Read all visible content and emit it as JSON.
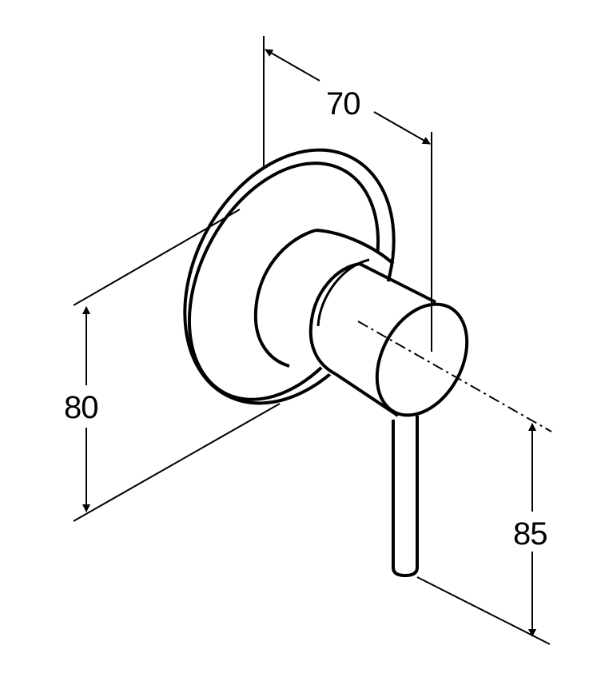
{
  "dimensions": {
    "depth": "70",
    "height": "80",
    "lever_drop": "85"
  },
  "colors": {
    "line": "#000000",
    "background": "#ffffff"
  }
}
